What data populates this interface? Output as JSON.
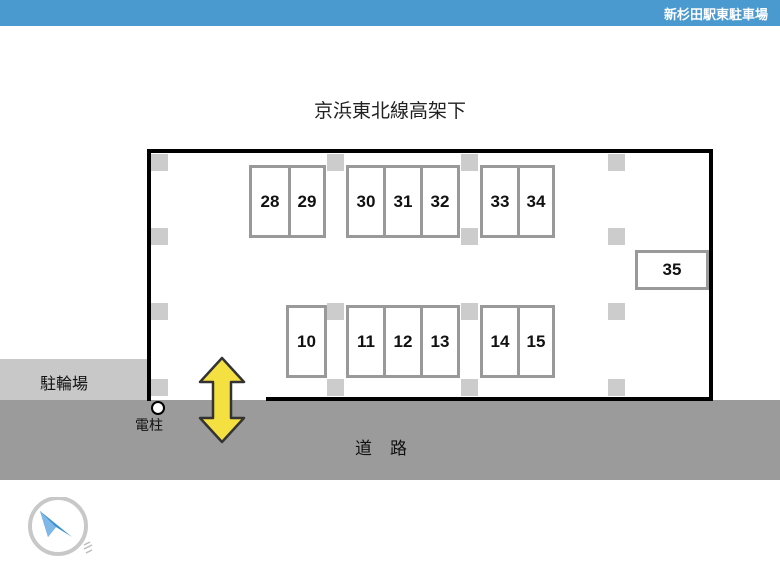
{
  "header": {
    "title": "新杉田駅東駐車場"
  },
  "map": {
    "title": "京浜東北線高架下",
    "road_label": "道路",
    "bicycle_parking_label": "駐輪場",
    "pole_label": "電柱",
    "spaces": [
      "28",
      "29",
      "30",
      "31",
      "32",
      "33",
      "34",
      "35",
      "10",
      "11",
      "12",
      "13",
      "14",
      "15"
    ]
  },
  "colors": {
    "header": "#4a9ad0",
    "road": "#9b9b9b",
    "bicycle_parking": "#c8c8c8",
    "arrow": "#f5e042",
    "compass": "#3a8fd0"
  },
  "icons": {
    "entrance": "double-arrow-vertical-icon",
    "compass": "compass-icon"
  }
}
